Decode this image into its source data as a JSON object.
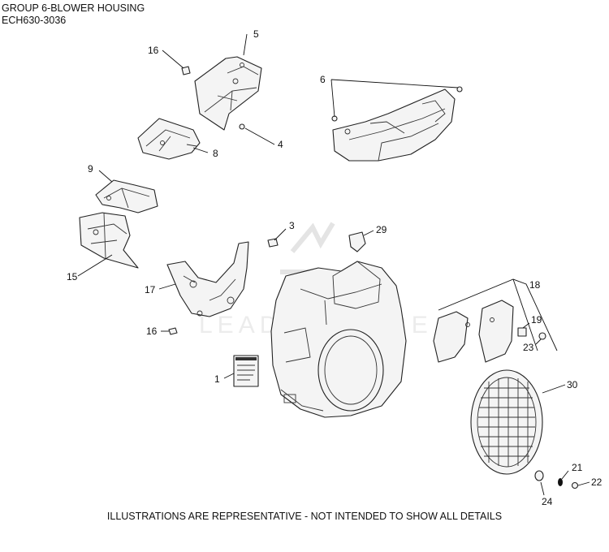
{
  "header": {
    "title": "GROUP 6-BLOWER HOUSING",
    "model": "ECH630-3036"
  },
  "footer": {
    "note": "ILLUSTRATIONS ARE REPRESENTATIVE - NOT INTENDED TO SHOW ALL DETAILS"
  },
  "watermark": {
    "text": "LEADVENTURE"
  },
  "callouts": {
    "c1": "1",
    "c3": "3",
    "c4": "4",
    "c5": "5",
    "c6": "6",
    "c8": "8",
    "c9": "9",
    "c15": "15",
    "c16a": "16",
    "c16b": "16",
    "c17": "17",
    "c18": "18",
    "c19": "19",
    "c21": "21",
    "c22": "22",
    "c23": "23",
    "c24": "24",
    "c29": "29",
    "c30": "30"
  },
  "colors": {
    "line": "#222222",
    "fill": "#f4f4f4",
    "watermark": "#e4e4e4"
  }
}
